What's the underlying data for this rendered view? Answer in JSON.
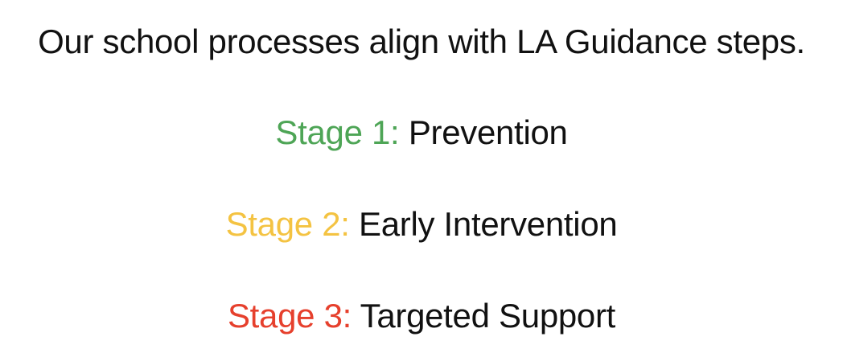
{
  "slide": {
    "background_color": "#FFFFFF",
    "text_color": "#111111",
    "title": "Our school processes align with LA Guidance steps.",
    "stages": [
      {
        "label": "Stage 1:",
        "text": "Prevention",
        "label_color": "#4EA556"
      },
      {
        "label": "Stage 2:",
        "text": "Early Intervention",
        "label_color": "#F4C342"
      },
      {
        "label": "Stage 3:",
        "text": "Targeted Support",
        "label_color": "#E6402D"
      }
    ]
  }
}
